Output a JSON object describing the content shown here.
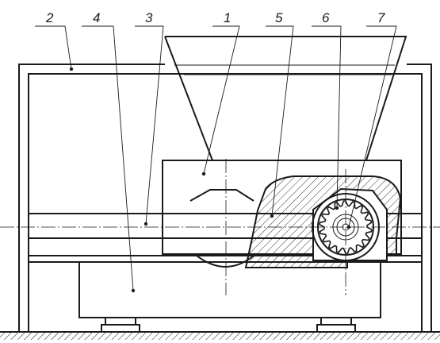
{
  "diagram": {
    "callouts": [
      {
        "id": "callout-1",
        "text": "1"
      },
      {
        "id": "callout-2",
        "text": "2"
      },
      {
        "id": "callout-3",
        "text": "3"
      },
      {
        "id": "callout-4",
        "text": "4"
      },
      {
        "id": "callout-5",
        "text": "5"
      },
      {
        "id": "callout-6",
        "text": "6"
      },
      {
        "id": "callout-7",
        "text": "7"
      }
    ],
    "line_color": "#1a1a1a",
    "background": "#ffffff"
  }
}
